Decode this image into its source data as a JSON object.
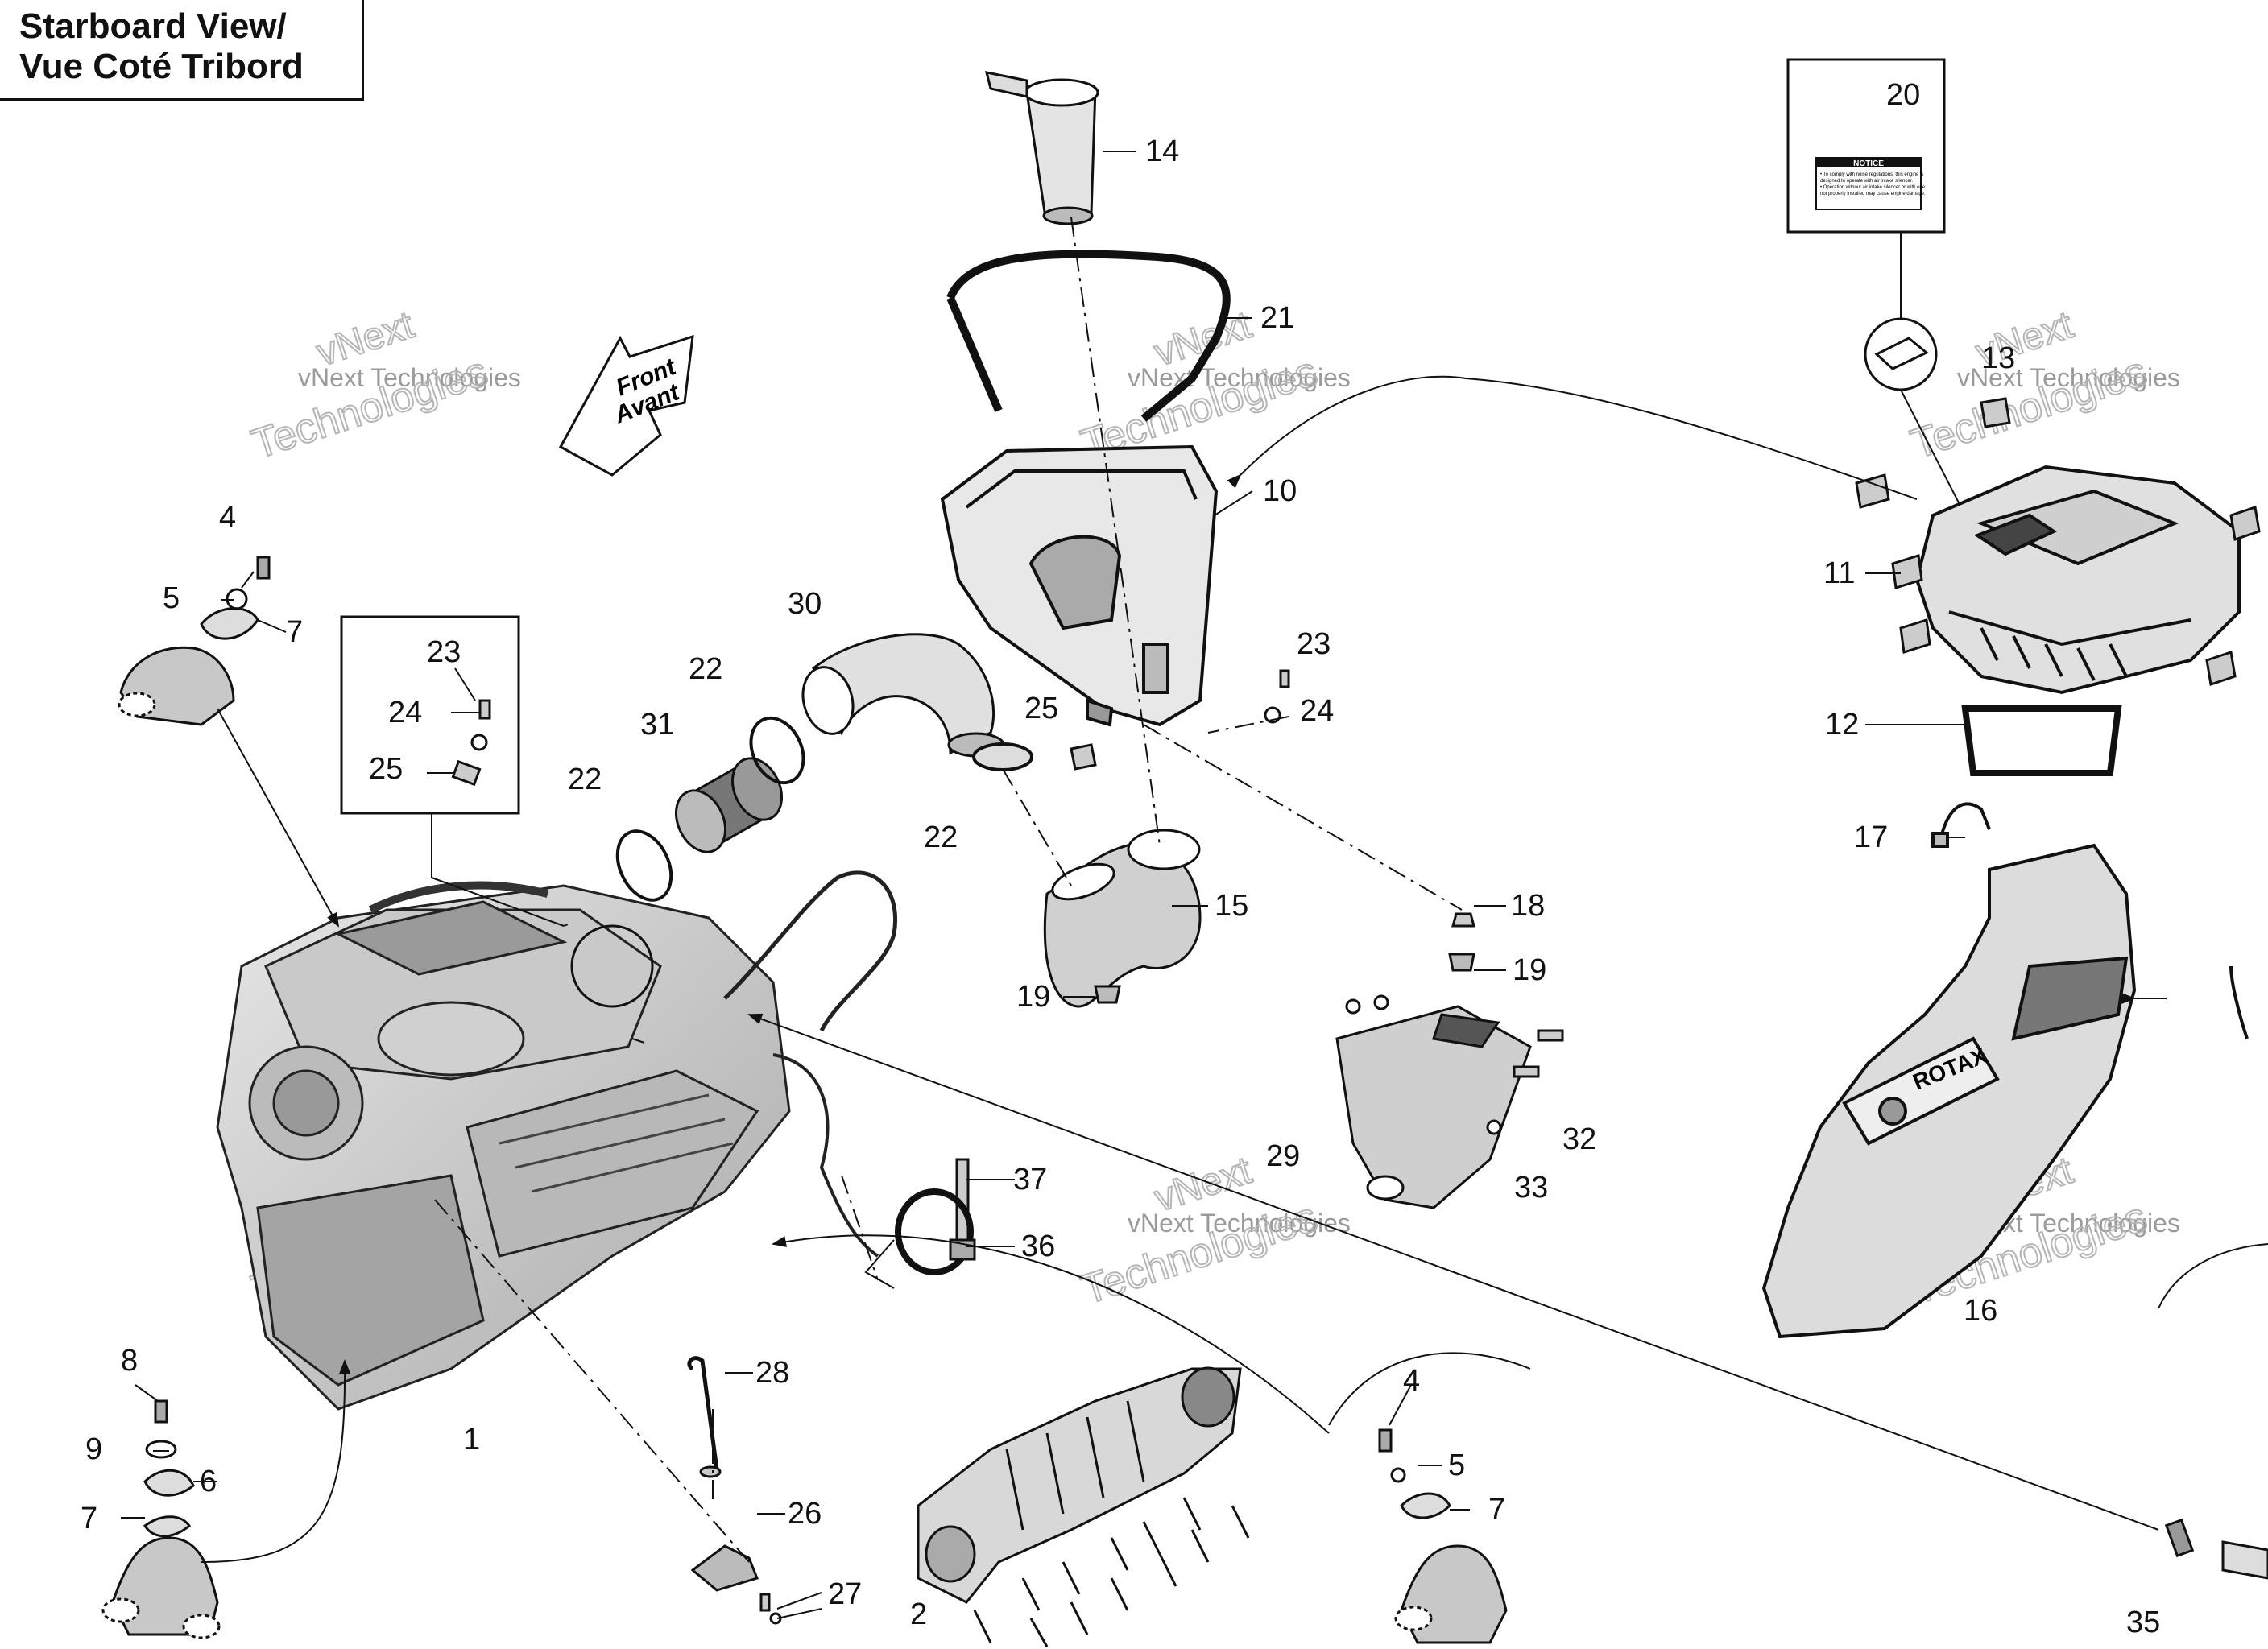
{
  "title": {
    "line1": "Starboard View/",
    "line2": "Vue Coté Tribord"
  },
  "direction_arrow": {
    "line1": "Front",
    "line2": "Avant"
  },
  "notice_label": {
    "heading": "NOTICE",
    "body": [
      "• To comply with noise regulations, this engine is",
      "designed to operate with air intake silencer.",
      "• Operation without air intake silencer or with one",
      "not properly installed may cause engine damage."
    ]
  },
  "rotax_label": "ROTAX",
  "watermark": {
    "line1": "vNext Technologies",
    "line2": "vNext",
    "line3": "Technologies"
  },
  "callouts": [
    "1",
    "2",
    "4",
    "5",
    "6",
    "7",
    "7",
    "8",
    "9",
    "10",
    "11",
    "12",
    "13",
    "14",
    "15",
    "16",
    "17",
    "18",
    "19",
    "19",
    "20",
    "21",
    "22",
    "22",
    "22",
    "23",
    "23",
    "24",
    "24",
    "25",
    "25",
    "26",
    "27",
    "28",
    "29",
    "30",
    "31",
    "32",
    "33",
    "35",
    "36",
    "37",
    "4",
    "5",
    "7"
  ],
  "colors": {
    "line": "#111111",
    "part_fill": "#d6d6d6",
    "part_dark": "#8c8c8c",
    "watermark": "#9a9a9a"
  }
}
